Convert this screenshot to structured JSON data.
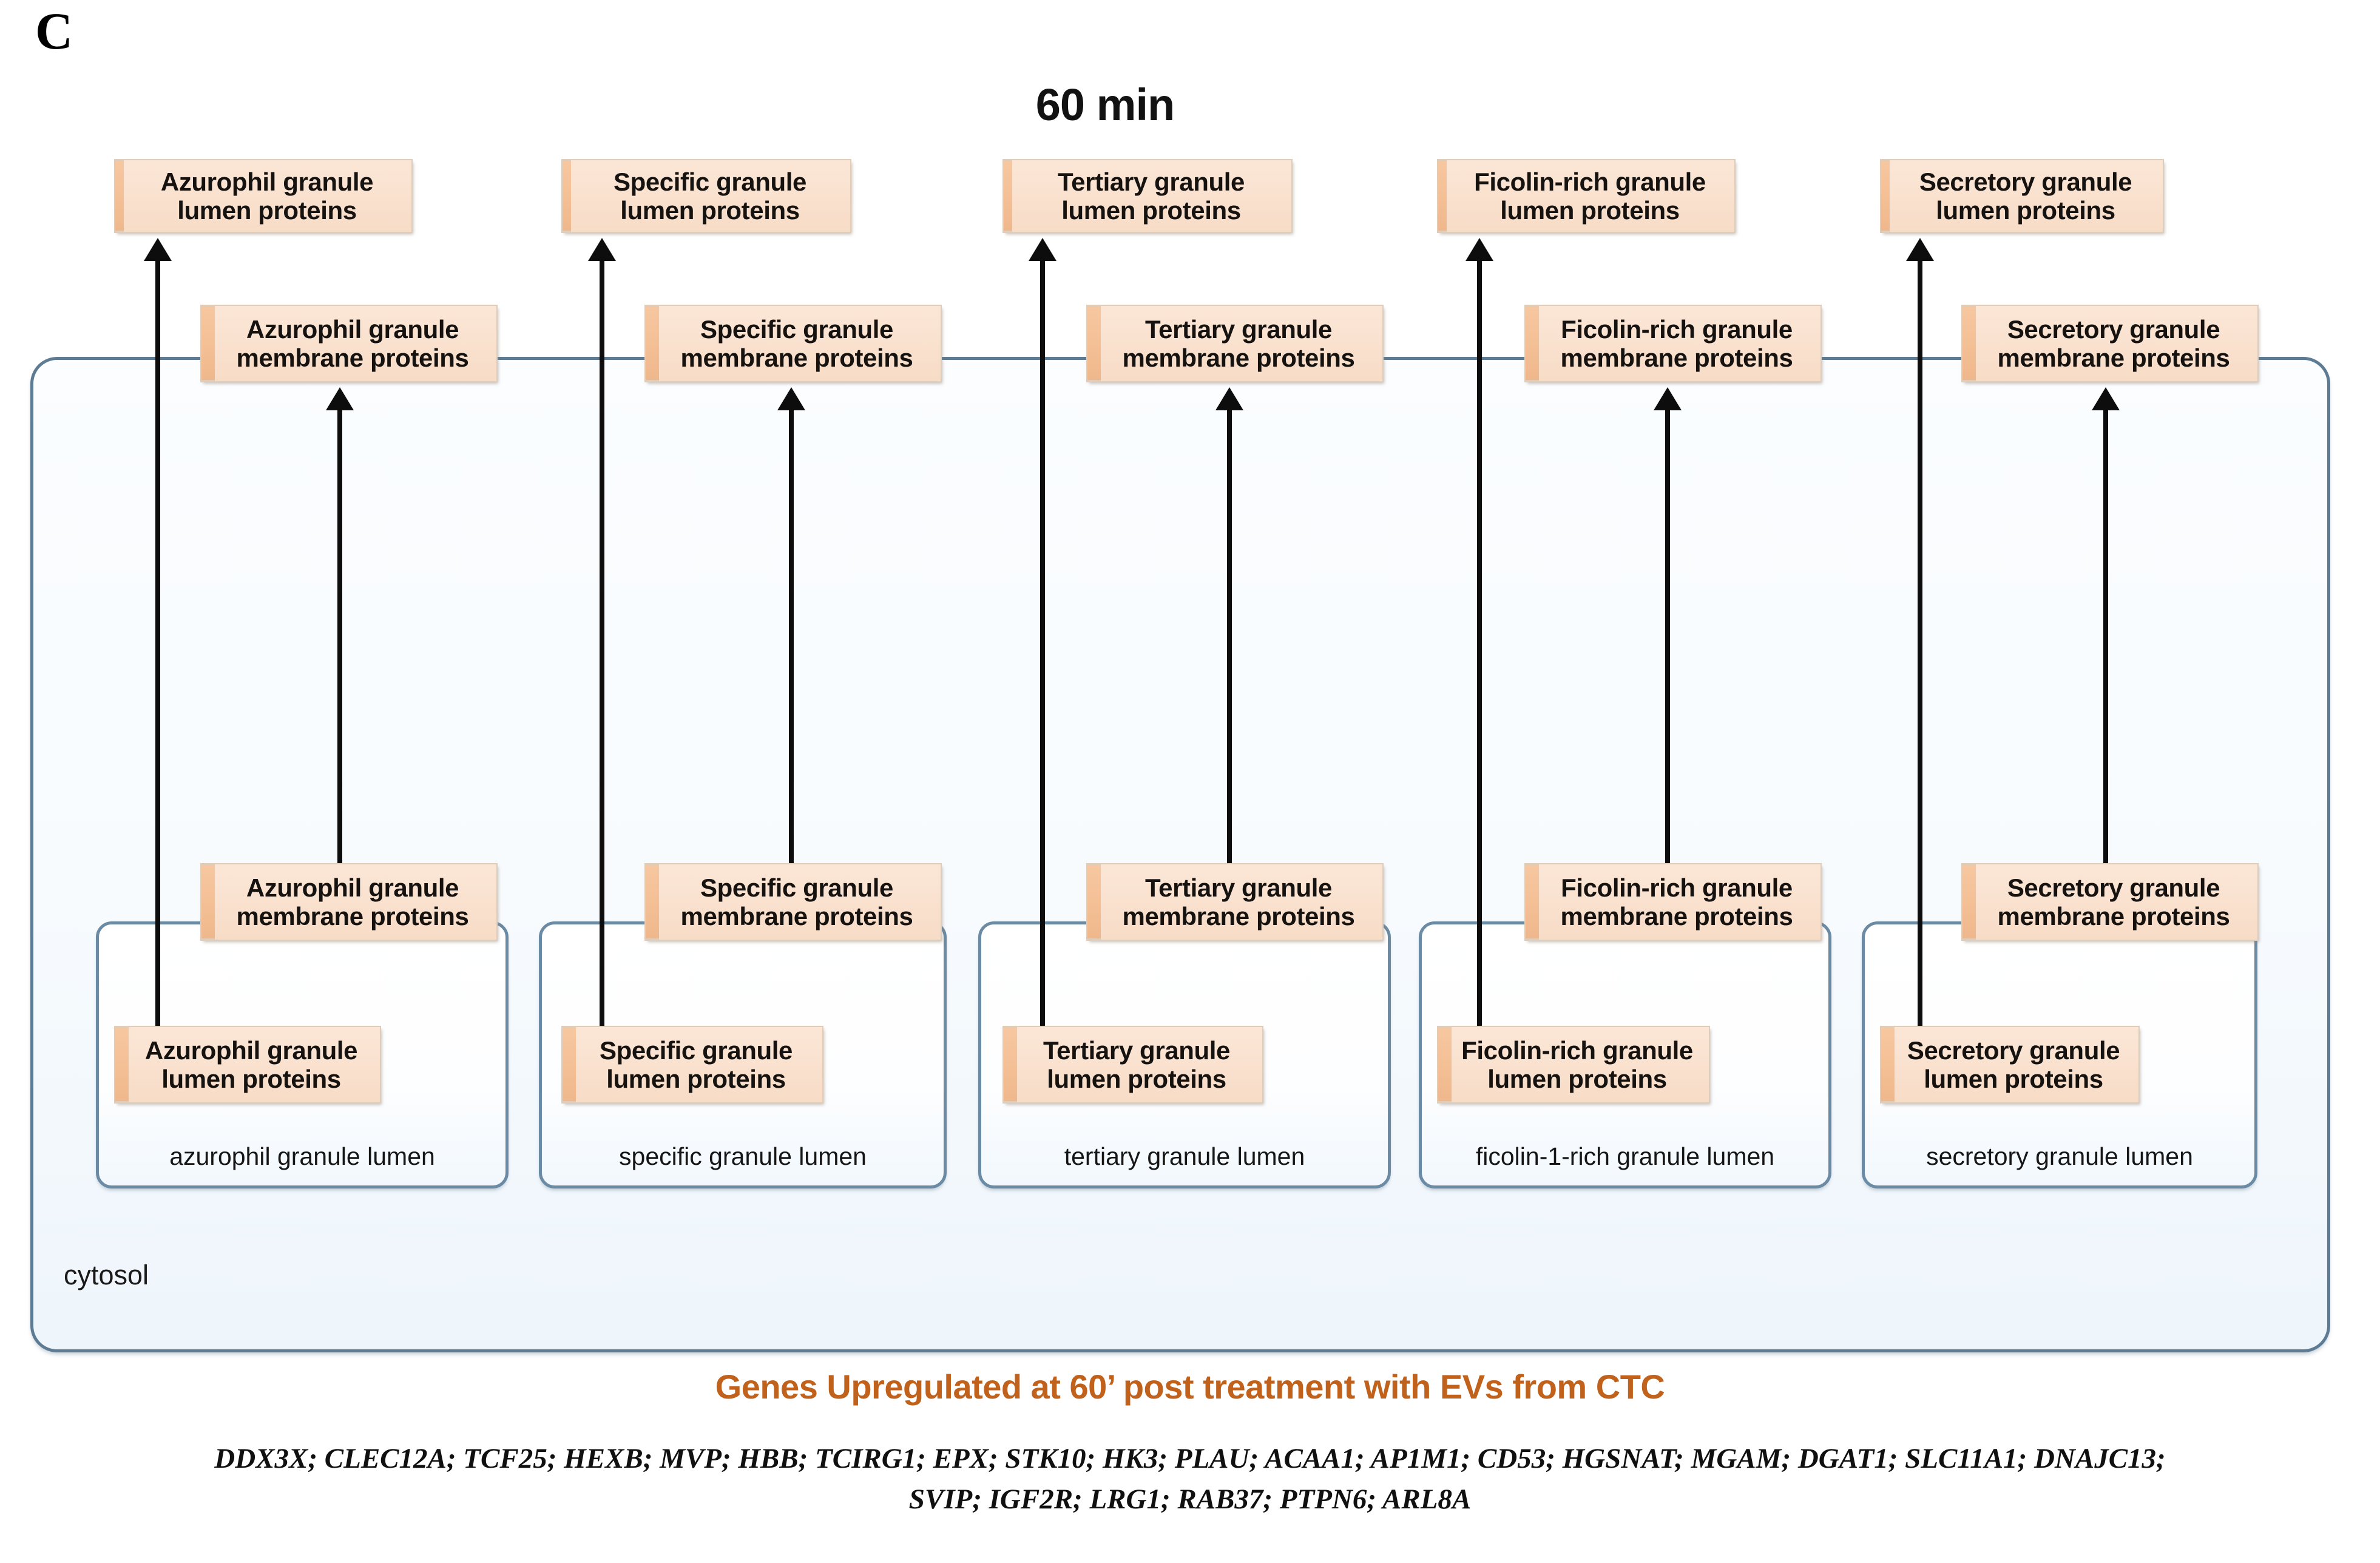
{
  "panel": {
    "letter": "C"
  },
  "title": {
    "time_label": "60 min"
  },
  "compartments": {
    "cytosol_label": "cytosol",
    "granules": [
      {
        "id": "azurophil",
        "lumen_label": "azurophil granule lumen",
        "top_lumen_proteins": "Azurophil granule\nlumen proteins",
        "top_membrane_proteins": "Azurophil granule\nmembrane proteins",
        "inner_membrane_proteins": "Azurophil granule\nmembrane proteins",
        "inner_lumen_proteins": "Azurophil granule\nlumen proteins"
      },
      {
        "id": "specific",
        "lumen_label": "specific granule lumen",
        "top_lumen_proteins": "Specific granule\nlumen proteins",
        "top_membrane_proteins": "Specific granule\nmembrane proteins",
        "inner_membrane_proteins": "Specific granule\nmembrane proteins",
        "inner_lumen_proteins": "Specific granule\nlumen proteins"
      },
      {
        "id": "tertiary",
        "lumen_label": "tertiary granule lumen",
        "top_lumen_proteins": "Tertiary granule\nlumen proteins",
        "top_membrane_proteins": "Tertiary granule\nmembrane proteins",
        "inner_membrane_proteins": "Tertiary granule\nmembrane proteins",
        "inner_lumen_proteins": "Tertiary granule\nlumen proteins"
      },
      {
        "id": "ficolin-rich",
        "lumen_label": "ficolin-1-rich  granule lumen",
        "top_lumen_proteins": "Ficolin-rich granule\nlumen proteins",
        "top_membrane_proteins": "Ficolin-rich granule\nmembrane proteins",
        "inner_membrane_proteins": "Ficolin-rich granule\nmembrane proteins",
        "inner_lumen_proteins": "Ficolin-rich granule\nlumen proteins"
      },
      {
        "id": "secretory",
        "lumen_label": "secretory granule lumen",
        "top_lumen_proteins": "Secretory granule\nlumen proteins",
        "top_membrane_proteins": "Secretory granule\nmembrane proteins",
        "inner_membrane_proteins": "Secretory granule\nmembrane proteins",
        "inner_lumen_proteins": "Secretory granule\nlumen proteins"
      }
    ]
  },
  "footer": {
    "caption": "Genes Upregulated at 60’ post treatment with EVs from CTC",
    "gene_list_line1": "DDX3X; CLEC12A; TCF25; HEXB; MVP; HBB; TCIRG1; EPX; STK10; HK3; PLAU;  ACAA1; AP1M1; CD53; HGSNAT;  MGAM; DGAT1;  SLC11A1; DNAJC13;",
    "gene_list_line2": "SVIP; IGF2R; LRG1; RAB37; PTPN6;  ARL8A",
    "genes": [
      "DDX3X",
      "CLEC12A",
      "TCF25",
      "HEXB",
      "MVP",
      "HBB",
      "TCIRG1",
      "EPX",
      "STK10",
      "HK3",
      "PLAU",
      "ACAA1",
      "AP1M1",
      "CD53",
      "HGSNAT",
      "MGAM",
      "DGAT1",
      "SLC11A1",
      "DNAJC13",
      "SVIP",
      "IGF2R",
      "LRG1",
      "RAB37",
      "PTPN6",
      "ARL8A"
    ]
  },
  "colors": {
    "protein_box_fill": "#fae2d0",
    "protein_box_stripe": "#f4bf95",
    "container_border": "#5d7b92",
    "caption_orange": "#c0621c",
    "arrow": "#0d0d0d"
  }
}
